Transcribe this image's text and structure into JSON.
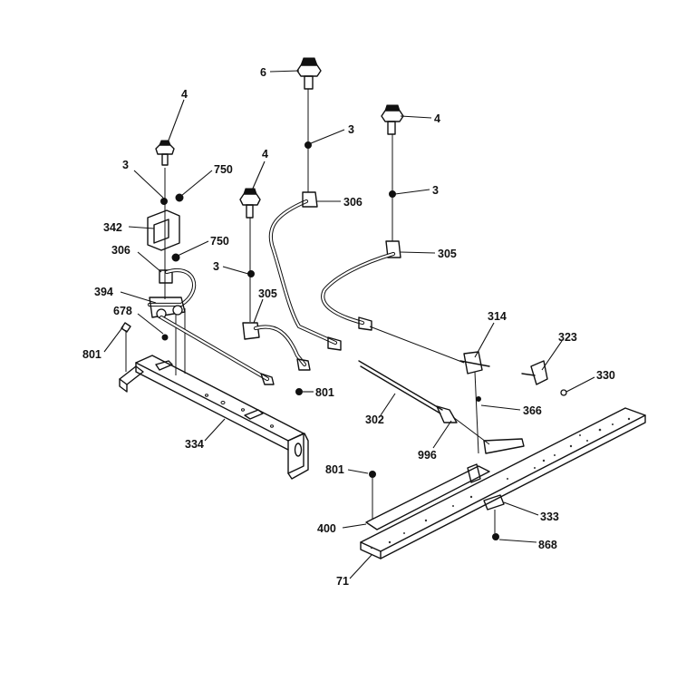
{
  "callouts": [
    {
      "id": "c-6",
      "text": "6"
    },
    {
      "id": "c-3-top",
      "text": "3"
    },
    {
      "id": "c-306-top",
      "text": "306"
    },
    {
      "id": "c-4-right",
      "text": "4"
    },
    {
      "id": "c-3-right",
      "text": "3"
    },
    {
      "id": "c-305-right",
      "text": "305"
    },
    {
      "id": "c-4-left",
      "text": "4"
    },
    {
      "id": "c-3-left",
      "text": "3"
    },
    {
      "id": "c-750-upper",
      "text": "750"
    },
    {
      "id": "c-4-mid",
      "text": "4"
    },
    {
      "id": "c-342",
      "text": "342"
    },
    {
      "id": "c-750-lower",
      "text": "750"
    },
    {
      "id": "c-306-left",
      "text": "306"
    },
    {
      "id": "c-3-mid",
      "text": "3"
    },
    {
      "id": "c-394",
      "text": "394"
    },
    {
      "id": "c-305-mid",
      "text": "305"
    },
    {
      "id": "c-678",
      "text": "678"
    },
    {
      "id": "c-801-left",
      "text": "801"
    },
    {
      "id": "c-801-mid",
      "text": "801"
    },
    {
      "id": "c-334",
      "text": "334"
    },
    {
      "id": "c-314",
      "text": "314"
    },
    {
      "id": "c-323",
      "text": "323"
    },
    {
      "id": "c-330",
      "text": "330"
    },
    {
      "id": "c-366",
      "text": "366"
    },
    {
      "id": "c-302",
      "text": "302"
    },
    {
      "id": "c-996",
      "text": "996"
    },
    {
      "id": "c-801-low",
      "text": "801"
    },
    {
      "id": "c-333",
      "text": "333"
    },
    {
      "id": "c-400",
      "text": "400"
    },
    {
      "id": "c-868",
      "text": "868"
    },
    {
      "id": "c-71",
      "text": "71"
    }
  ]
}
